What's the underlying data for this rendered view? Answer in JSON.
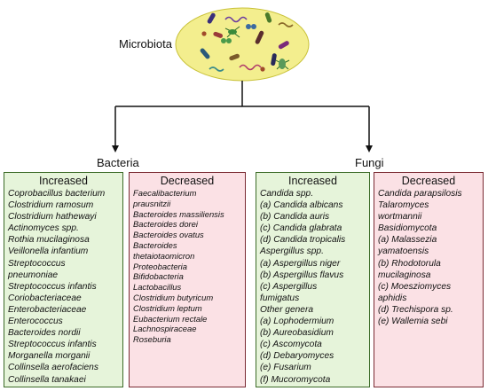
{
  "diagram": {
    "root_label": "Microbiota",
    "colors": {
      "ellipse_fill": "#f3ee8e",
      "increased_bg": "#e6f4da",
      "increased_border": "#3c6b28",
      "decreased_bg": "#fbe1e5",
      "decreased_border": "#7a2a33"
    },
    "bacteria": {
      "label": "Bacteria",
      "increased": {
        "header": "Increased",
        "items": [
          "Coprobacillus bacterium",
          "Clostridium ramosum",
          "Clostridium hathewayi",
          "Actinomyces spp.",
          "Rothia mucilaginosa",
          "Veillonella infantium",
          "Streptococcus",
          "pneumoniae",
          "Streptococcus infantis",
          "Coriobacteriaceae",
          "Enterobacteriaceae",
          "Enterococcus",
          "Bacteroides nordii",
          "Streptococcus infantis",
          "Morganella morganii",
          "Collinsella aerofaciens",
          "Collinsella tanakaei"
        ]
      },
      "decreased": {
        "header": "Decreased",
        "items": [
          "Faecalibacterium",
          "prausnitzii",
          "Bacteroides massiliensis",
          "Bacteroides dorei",
          "Bacteroides ovatus",
          "Bacteroides",
          "thetaiotaomicron",
          "Proteobacteria",
          "Bifidobacteria",
          "Lactobacillus",
          "Clostridium butyricum",
          "Clostridium leptum",
          "Eubacterium rectale",
          "Lachnospiraceae",
          "Roseburia"
        ]
      }
    },
    "fungi": {
      "label": "Fungi",
      "increased": {
        "header": "Increased",
        "items": [
          "Candida spp.",
          "(a) Candida albicans",
          "(b) Candida auris",
          "(c) Candida glabrata",
          "(d) Candida tropicalis",
          "Aspergillus spp.",
          "(a) Aspergillus niger",
          "(b) Aspergillus flavus",
          "(c) Aspergillus",
          "fumigatus",
          "Other genera",
          "(a) Lophodermium",
          "(b) Aureobasidium",
          "(c) Ascomycota",
          "(d) Debaryomyces",
          "(e) Fusarium",
          "(f) Mucoromycota"
        ]
      },
      "decreased": {
        "header": "Decreased",
        "items": [
          "Candida parapsilosis",
          "Talaromyces",
          "wortmannii",
          "Basidiomycota",
          "(a) Malassezia",
          "yamatoensis",
          "(b) Rhodotorula",
          "mucilaginosa",
          "(c) Moesziomyces",
          "aphidis",
          "(d) Trechispora sp.",
          "(e) Wallemia sebi"
        ]
      }
    }
  }
}
